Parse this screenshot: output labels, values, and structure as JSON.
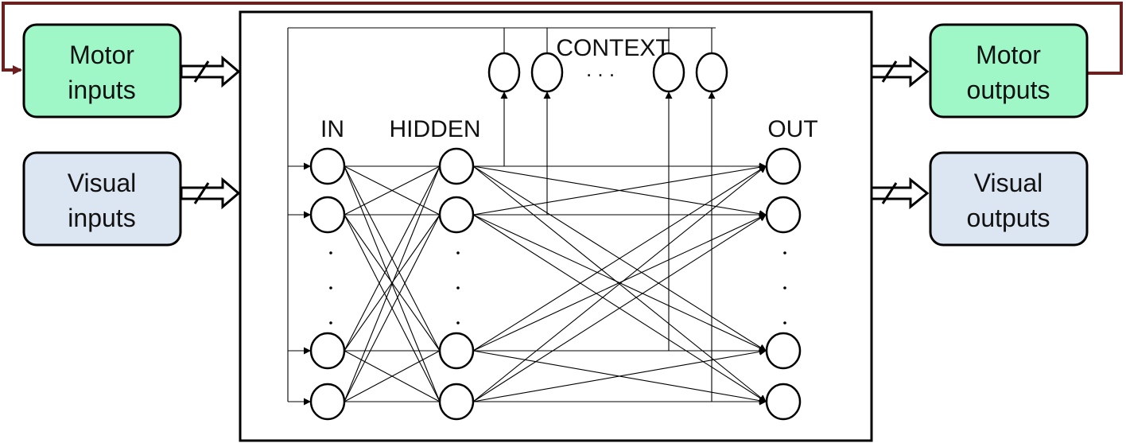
{
  "boxes": {
    "motor_inputs": {
      "line1": "Motor",
      "line2": "inputs"
    },
    "visual_inputs": {
      "line1": "Visual",
      "line2": "inputs"
    },
    "motor_outputs": {
      "line1": "Motor",
      "line2": "outputs"
    },
    "visual_outputs": {
      "line1": "Visual",
      "line2": "outputs"
    }
  },
  "network": {
    "in_label": "IN",
    "hidden_label": "HIDDEN",
    "out_label": "OUT",
    "context_label": "CONTEXT",
    "ellipsis": ". . ."
  },
  "colors": {
    "motor_fill": "#9ff7c8",
    "visual_fill": "#dce6f2",
    "feedback_line": "#6b1f1f"
  }
}
